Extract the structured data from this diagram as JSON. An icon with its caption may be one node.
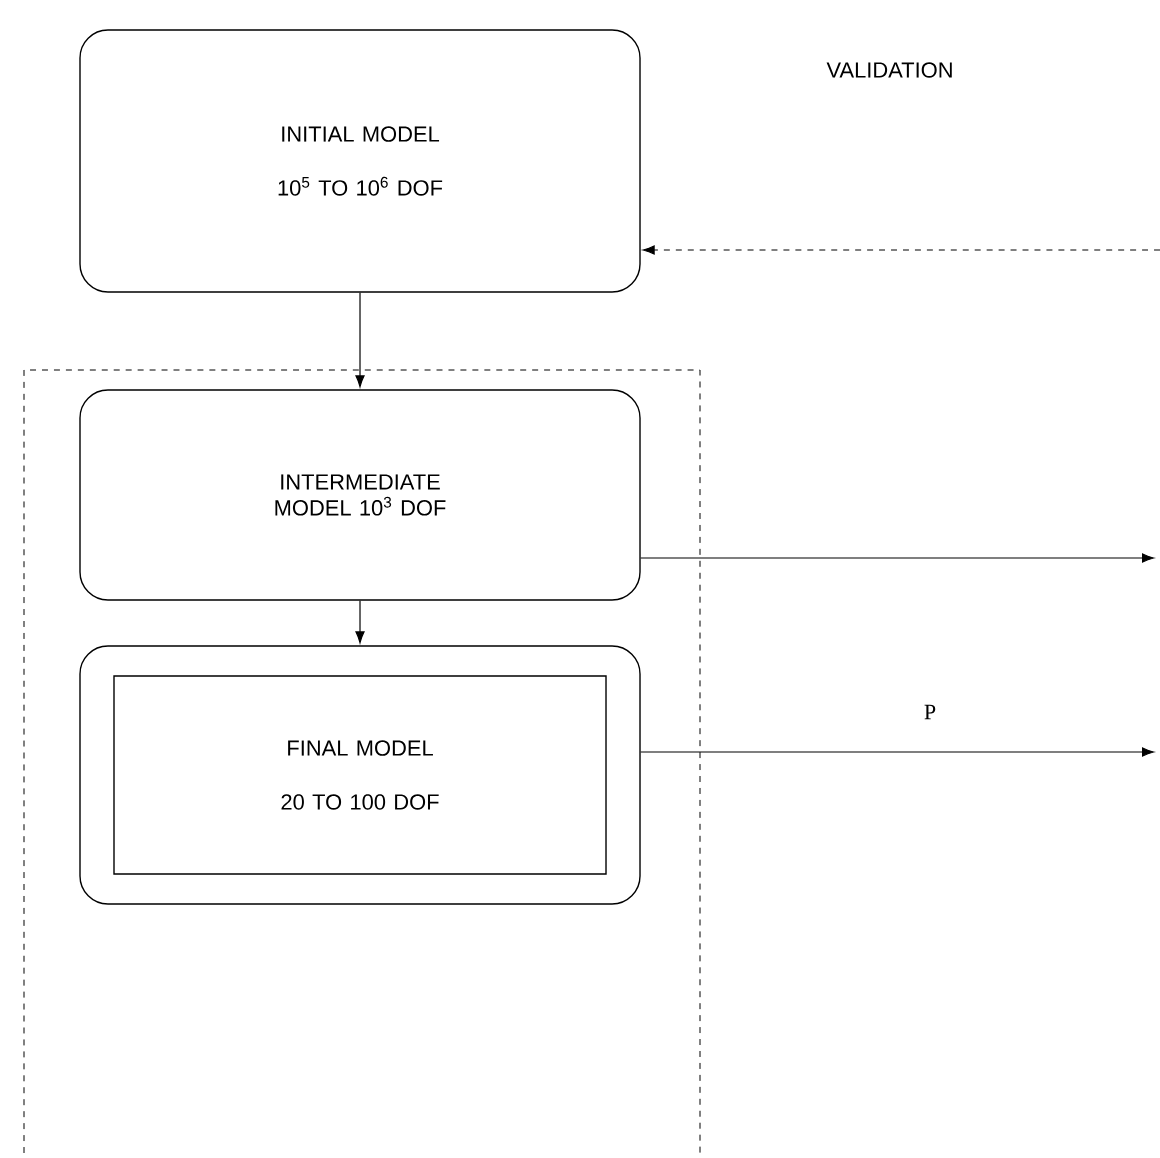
{
  "diagram": {
    "nodes": [
      {
        "text": [
          "INITIAL MODEL",
          "10$^{5}$ TO 10$^{6}$ DOF"
        ]
      },
      {
        "text": [],
        "shape": "box"
      },
      {
        "text": [
          "INTERMEDIATE MODEL 10$^{3}$ DOF"
        ],
        "in": 1
      },
      {
        "text": [],
        "shape": "box",
        "in": 1
      },
      {
        "text": [
          "FINAL MODEL",
          "20 TO 100 DOF"
        ],
        "in": 3
      }
    ],
    "edges": [
      {
        "from": 0,
        "to": 2,
        "arrow": "to"
      },
      {
        "from": 2,
        "to": 3,
        "arrow": "to"
      },
      {
        "from": 2,
        "to": null,
        "arrow": "to"
      },
      {
        "from": 3,
        "to": null,
        "arrow": "to",
        "label": "P"
      },
      {
        "from": null,
        "to": 0,
        "arrow": "to",
        "style": "dashed"
      }
    ],
    "labels": [
      "VALIDATION"
    ]
  }
}
